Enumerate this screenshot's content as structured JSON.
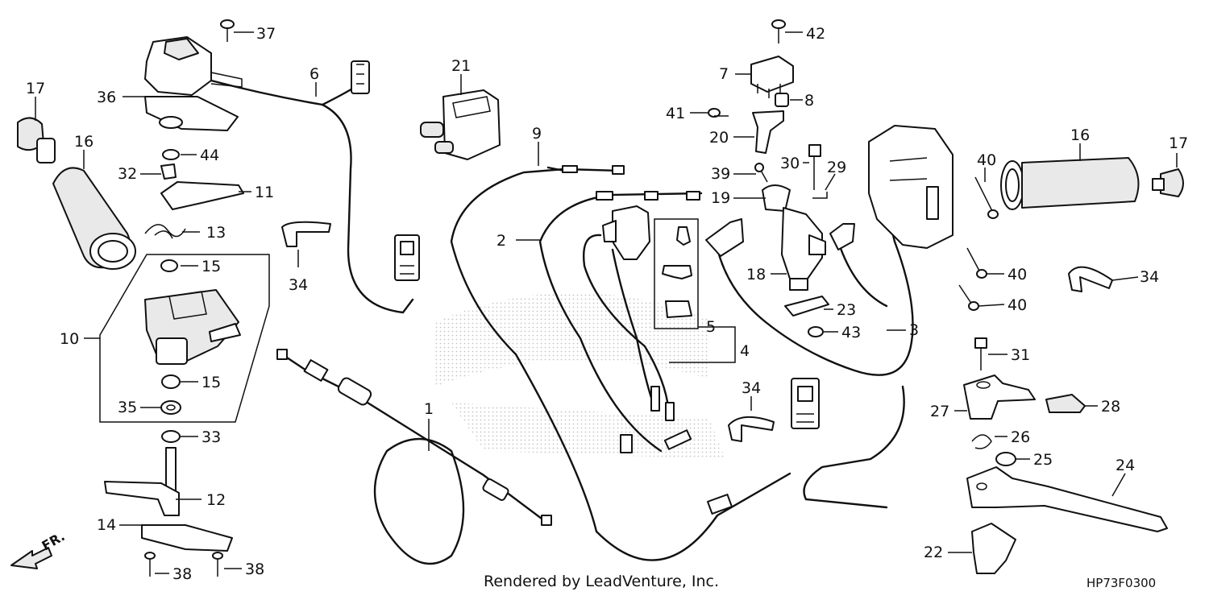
{
  "footer": {
    "rendered_by": "Rendered by LeadVenture, Inc.",
    "diagram_code": "HP73F0300"
  },
  "direction_indicator": {
    "label": "FR."
  },
  "callouts": [
    "37",
    "6",
    "21",
    "42",
    "7",
    "8",
    "41",
    "20",
    "36",
    "17",
    "16",
    "44",
    "32",
    "11",
    "13",
    "9",
    "39",
    "30",
    "29",
    "19",
    "40",
    "16",
    "17",
    "2",
    "15",
    "34",
    "18",
    "23",
    "43",
    "40",
    "34",
    "40",
    "5",
    "3",
    "10",
    "4",
    "15",
    "31",
    "35",
    "34",
    "27",
    "28",
    "1",
    "33",
    "26",
    "25",
    "12",
    "24",
    "14",
    "22",
    "38",
    "38"
  ]
}
